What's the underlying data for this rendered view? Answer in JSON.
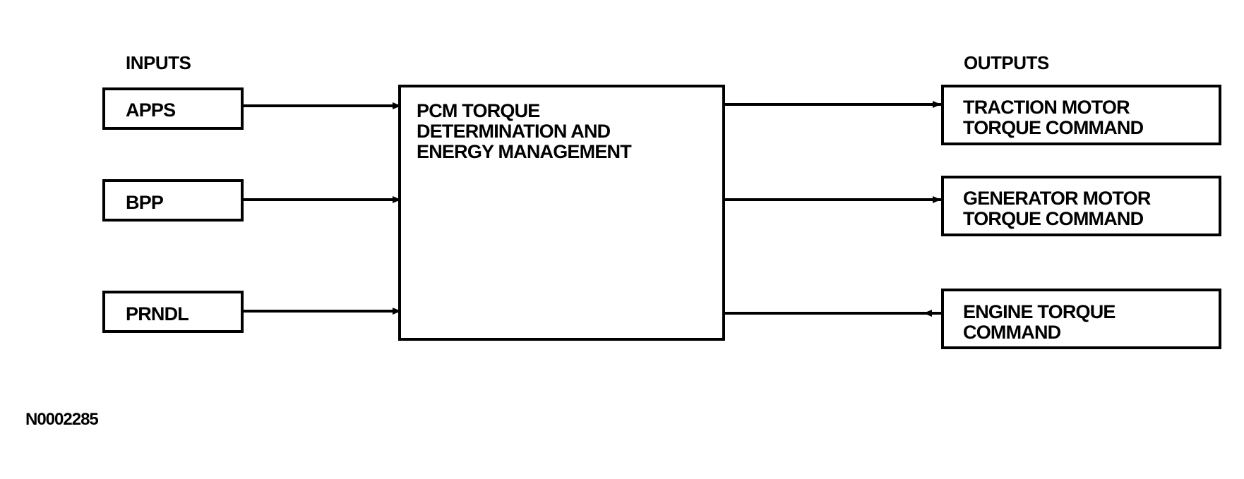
{
  "headings": {
    "inputs": "INPUTS",
    "outputs": "OUTPUTS"
  },
  "inputs": [
    {
      "label": "APPS"
    },
    {
      "label": "BPP"
    },
    {
      "label": "PRNDL"
    }
  ],
  "controller": {
    "label": "PCM TORQUE\nDETERMINATION AND\nENERGY MANAGEMENT"
  },
  "outputs": [
    {
      "label": "TRACTION MOTOR\nTORQUE COMMAND"
    },
    {
      "label": "GENERATOR MOTOR\nTORQUE COMMAND"
    },
    {
      "label": "ENGINE TORQUE\nCOMMAND"
    }
  ],
  "figure_id": "N0002285"
}
